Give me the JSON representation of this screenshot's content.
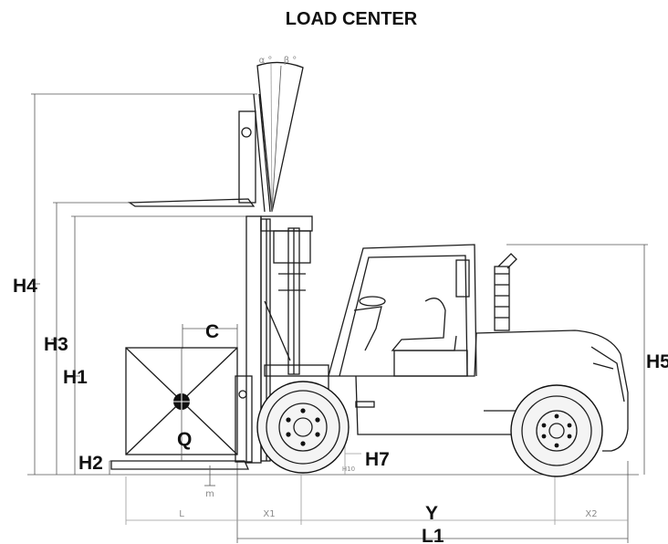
{
  "title": "LOAD CENTER",
  "labels": {
    "h4": "H4",
    "h3": "H3",
    "h1": "H1",
    "h2": "H2",
    "c": "C",
    "q": "Q",
    "h7": "H7",
    "h5": "H5",
    "y": "Y",
    "l1": "L1"
  },
  "small_labels": {
    "alpha": "α °",
    "beta": "β °",
    "l": "L",
    "x1": "X1",
    "x2": "X2",
    "h10": "H10",
    "m": "m"
  },
  "colors": {
    "line": "#1c1c1c",
    "text": "#111111",
    "muted": "#8a8a8a"
  }
}
